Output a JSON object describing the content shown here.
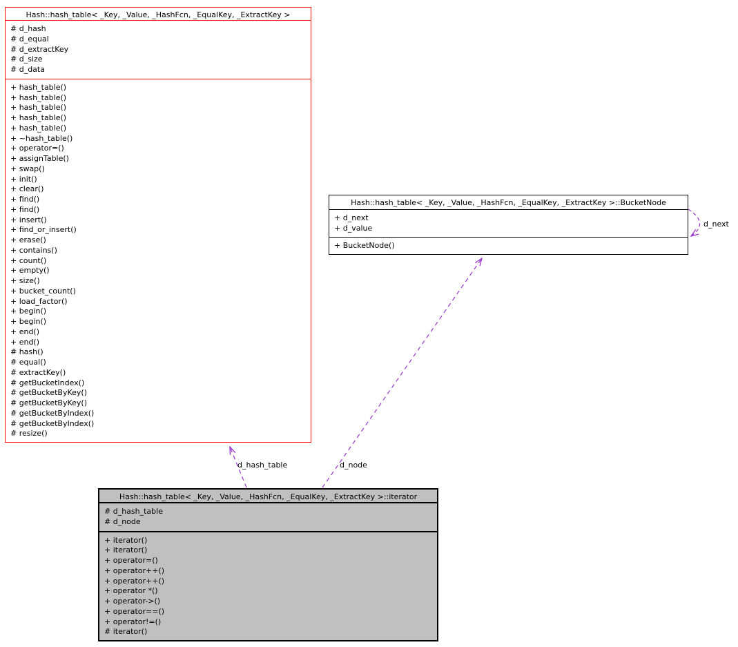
{
  "colors": {
    "background": "#ffffff",
    "edge": "#9a32cd",
    "truncated_border": "#ff0000",
    "node_border": "#000000",
    "focus_node_fill": "#c0c0c0"
  },
  "classes": {
    "hash_table": {
      "title": "Hash::hash_table< _Key, _Value, _HashFcn, _EqualKey, _ExtractKey >",
      "attributes": [
        "# d_hash",
        "# d_equal",
        "# d_extractKey",
        "# d_size",
        "# d_data"
      ],
      "methods": [
        "+ hash_table()",
        "+ hash_table()",
        "+ hash_table()",
        "+ hash_table()",
        "+ hash_table()",
        "+ ~hash_table()",
        "+ operator=()",
        "+ assignTable()",
        "+ swap()",
        "+ init()",
        "+ clear()",
        "+ find()",
        "+ find()",
        "+ insert()",
        "+ find_or_insert()",
        "+ erase()",
        "+ contains()",
        "+ count()",
        "+ empty()",
        "+ size()",
        "+ bucket_count()",
        "+ load_factor()",
        "+ begin()",
        "+ begin()",
        "+ end()",
        "+ end()",
        "# hash()",
        "# equal()",
        "# extractKey()",
        "# getBucketIndex()",
        "# getBucketByKey()",
        "# getBucketByKey()",
        "# getBucketByIndex()",
        "# getBucketByIndex()",
        "# resize()"
      ]
    },
    "bucket_node": {
      "title": "Hash::hash_table< _Key, _Value, _HashFcn, _EqualKey, _ExtractKey >::BucketNode",
      "attributes": [
        "+ d_next",
        "+ d_value"
      ],
      "methods": [
        "+ BucketNode()"
      ]
    },
    "iterator": {
      "title": "Hash::hash_table< _Key, _Value, _HashFcn, _EqualKey, _ExtractKey >::iterator",
      "attributes": [
        "# d_hash_table",
        "# d_node"
      ],
      "methods": [
        "+ iterator()",
        "+ iterator()",
        "+ operator=()",
        "+ operator++()",
        "+ operator++()",
        "+ operator *()",
        "+ operator->()",
        "+ operator==()",
        "+ operator!=()",
        "# iterator()"
      ]
    }
  },
  "edges": {
    "hash_table_ref": {
      "label": "d_hash_table"
    },
    "node_ref": {
      "label": "d_node"
    },
    "next_ref": {
      "label": "d_next"
    }
  }
}
